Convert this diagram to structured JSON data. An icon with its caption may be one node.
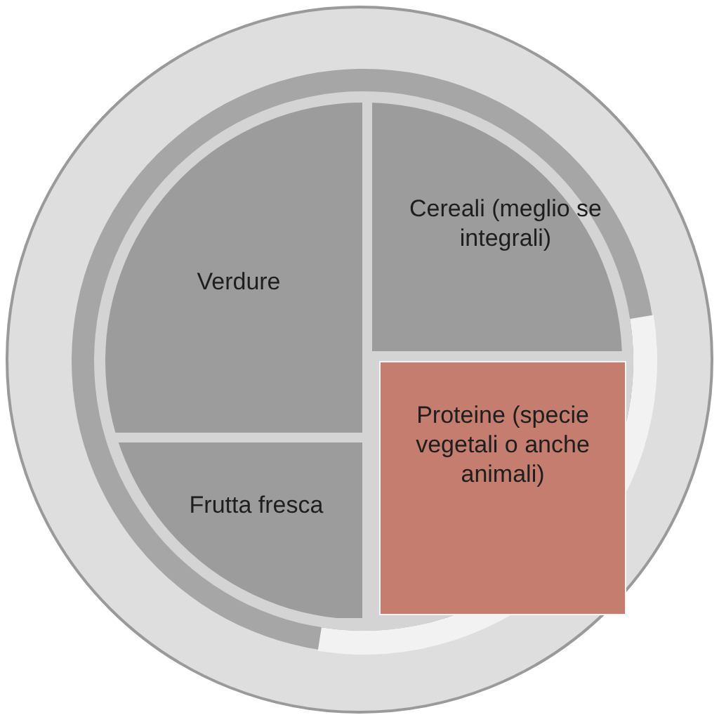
{
  "diagram": {
    "nodes": [
      {
        "text": [
          "Verdure"
        ]
      },
      {
        "text": [
          "Cereali (meglio se integrali)"
        ]
      },
      {
        "text": [
          "Frutta fresca"
        ]
      },
      {
        "text": [
          "Proteine (specie vegetali o anche animali)"
        ]
      }
    ]
  }
}
